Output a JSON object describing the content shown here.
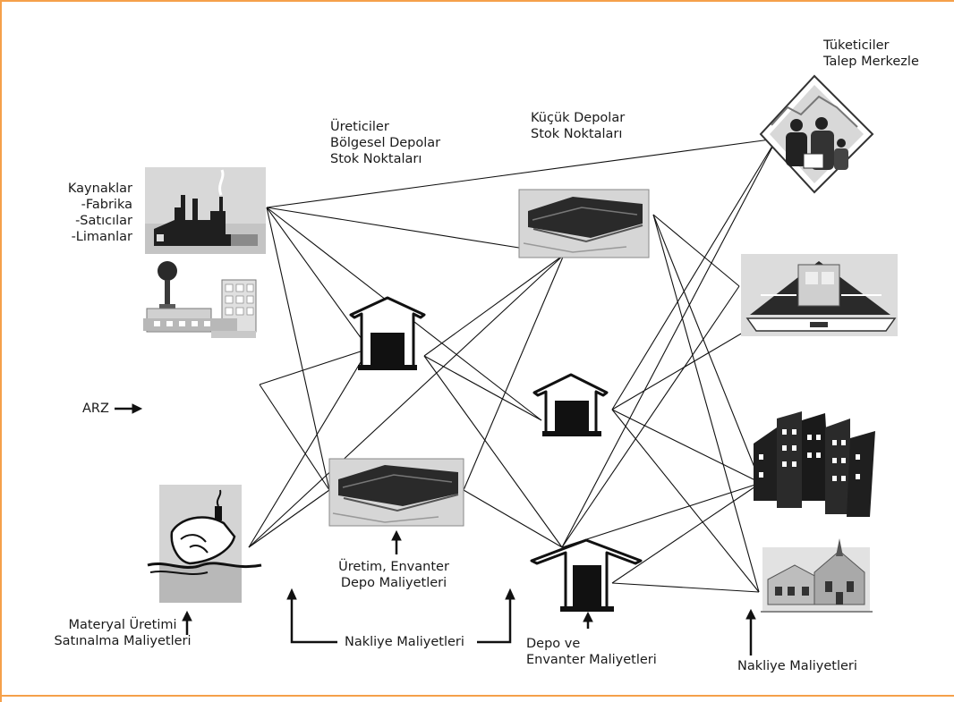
{
  "accent_color": "#f5a04a",
  "labels": {
    "consumers": [
      "Tüketiciler",
      "Talep Merkezle"
    ],
    "producers": [
      "Üreticiler",
      "Bölgesel Depolar",
      "Stok Noktaları"
    ],
    "small_depots": [
      "Küçük Depolar",
      "Stok Noktaları"
    ],
    "sources": [
      "Kaynaklar",
      "-Fabrika",
      "-Satıcılar",
      "-Limanlar"
    ],
    "supply": "ARZ",
    "production_costs": [
      "Üretim, Envanter",
      "Depo Maliyetleri"
    ],
    "material_costs": [
      "Materyal Üretimi",
      "Satınalma Maliyetleri"
    ],
    "transport_costs_center": "Nakliye Maliyetleri",
    "depot_costs": [
      "Depo ve",
      "Envanter Maliyetleri"
    ],
    "transport_costs_right": "Nakliye Maliyetleri"
  },
  "icons": {
    "source_factory": "factory-icon",
    "source_plant": "plant-icon",
    "source_port": "ship-icon",
    "regional_depot": "warehouse-icon",
    "small_depot": "warehouse-icon",
    "consumer_family": "family-icon",
    "consumer_mall": "mall-icon",
    "consumer_city": "city-icon",
    "consumer_town": "town-icon"
  }
}
